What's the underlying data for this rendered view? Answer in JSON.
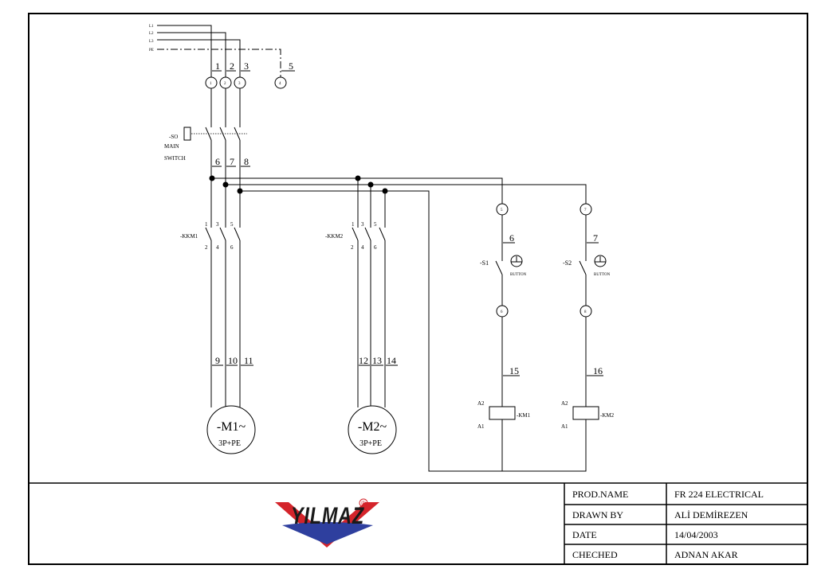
{
  "phase_labels": [
    "L1",
    "L2",
    "L3",
    "PE"
  ],
  "supply_wires": [
    "1",
    "2",
    "3",
    "5"
  ],
  "supply_terminals": [
    "1",
    "2",
    "3",
    "4"
  ],
  "main_switch": {
    "tag": "-SO",
    "line1": "MAIN",
    "line2": "SWITCH"
  },
  "switch_out_wires": [
    "6",
    "7",
    "8"
  ],
  "contactor1": {
    "tag": "-KKM1",
    "top": [
      "1",
      "3",
      "5"
    ],
    "bottom": [
      "2",
      "4",
      "6"
    ]
  },
  "contactor2": {
    "tag": "-KKM2",
    "top": [
      "1",
      "3",
      "5"
    ],
    "bottom": [
      "2",
      "4",
      "6"
    ]
  },
  "motor1": {
    "name": "-M1~",
    "rating": "3P+PE",
    "wires": [
      "9",
      "10",
      "11"
    ]
  },
  "motor2": {
    "name": "-M2~",
    "rating": "3P+PE",
    "wires": [
      "12",
      "13",
      "14"
    ]
  },
  "button1": {
    "tag": "-S1",
    "label": "BUTTON",
    "term_top": "5",
    "wire": "6",
    "term_bottom": "6",
    "coil_wire": "15"
  },
  "button2": {
    "tag": "-S2",
    "label": "BUTTON",
    "term_top": "7",
    "wire": "7",
    "term_bottom": "8",
    "coil_wire": "16"
  },
  "coil1": {
    "tag": "-KM1",
    "a2": "A2",
    "a1": "A1"
  },
  "coil2": {
    "tag": "-KM2",
    "a2": "A2",
    "a1": "A1"
  },
  "logo": {
    "text": "YILMAZ",
    "mark": "®",
    "colors": {
      "red": "#d4242b",
      "blue": "#2e3f9e"
    }
  },
  "title_block": [
    {
      "label": "PROD.NAME",
      "value": "FR 224 ELECTRICAL"
    },
    {
      "label": "DRAWN  BY",
      "value": "ALİ DEMİREZEN"
    },
    {
      "label": "DATE",
      "value": "14/04/2003"
    },
    {
      "label": "CHECHED",
      "value": "ADNAN  AKAR"
    }
  ]
}
